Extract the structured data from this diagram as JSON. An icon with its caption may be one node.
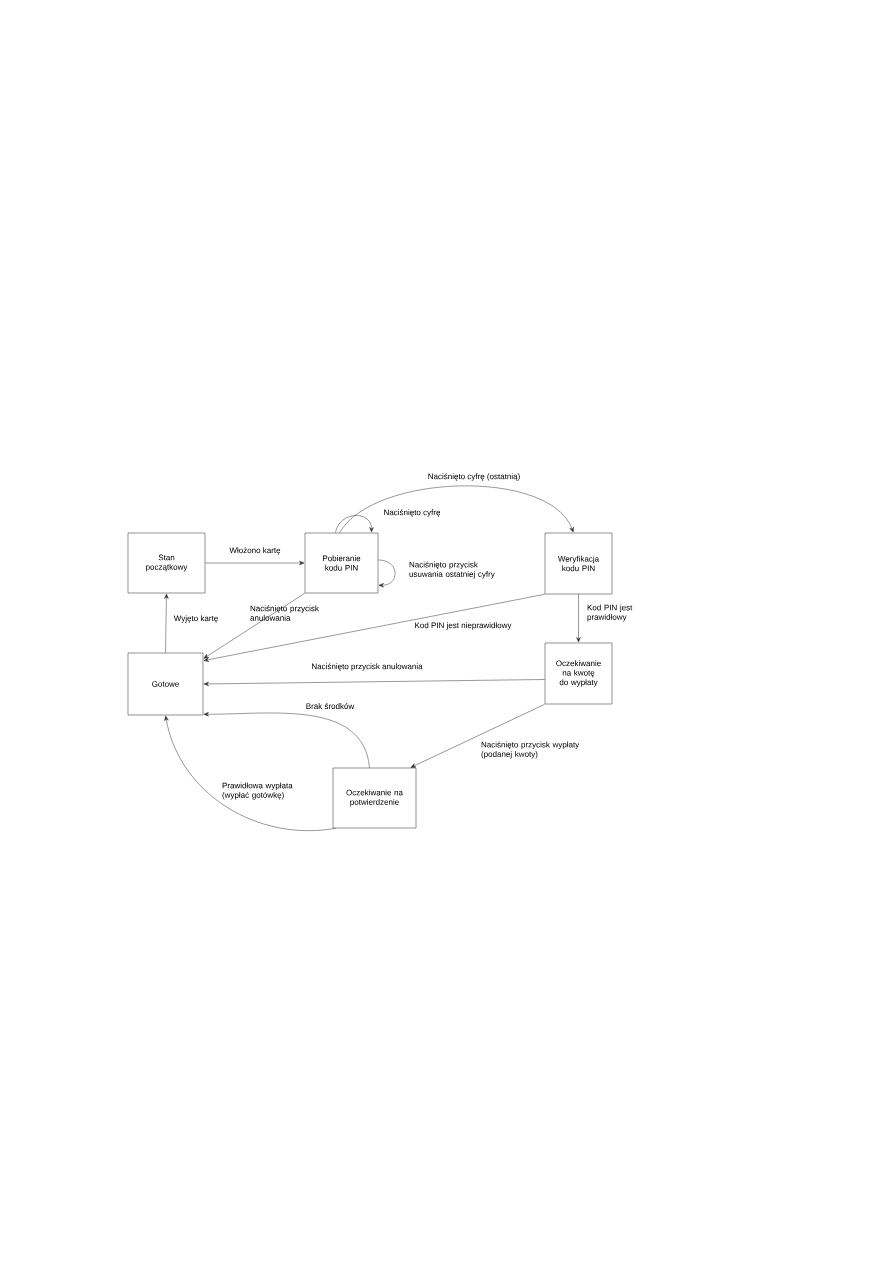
{
  "diagram": {
    "nodes": [
      {
        "text": [
          "Stan początkowy"
        ]
      },
      {
        "text": [
          "Pobieranie kodu PIN"
        ]
      },
      {
        "text": [
          "Weryfikacja kodu PIN"
        ]
      },
      {
        "text": [
          "Gotowe"
        ]
      },
      {
        "text": [
          "Oczekiwanie na kwotę do wypłaty"
        ]
      },
      {
        "text": [
          "Oczekiwanie na potwierdzenie"
        ]
      }
    ],
    "edges": [
      {
        "from": 0,
        "to": 1,
        "arrow": "to",
        "label": "Włożono kartę"
      },
      {
        "from": 1,
        "to": 2,
        "arrow": "to",
        "label": "Naciśnięto cyfrę (ostatnią)"
      },
      {
        "from": 1,
        "to": 1,
        "arrow": "to",
        "label": "Naciśnięto cyfrę"
      },
      {
        "from": 1,
        "to": 1,
        "arrow": "to",
        "label": "Naciśnięto przycisk usuwania ostatniej cyfry"
      },
      {
        "from": 1,
        "to": 3,
        "arrow": "to",
        "label": "Naciśnięto przycisk anulowania"
      },
      {
        "from": 2,
        "to": 3,
        "arrow": "to",
        "label": "Kod PIN jest nieprawidłowy"
      },
      {
        "from": 3,
        "to": 0,
        "arrow": "to",
        "label": "Wyjęto kartę"
      },
      {
        "from": 2,
        "to": 4,
        "arrow": "to",
        "label": "Kod PIN jest prawidłowy"
      },
      {
        "from": 4,
        "to": 3,
        "arrow": "to",
        "label": "Naciśnięto przycisk anulowania"
      },
      {
        "from": 4,
        "to": 5,
        "arrow": "to",
        "label": "Naciśnięto przycisk wypłaty (podanej kwoty)"
      },
      {
        "from": 5,
        "to": 3,
        "arrow": "to",
        "label": "Brak środków"
      },
      {
        "from": 5,
        "to": 3,
        "arrow": "to",
        "label": "Prawidłowa wypłata (wypłać gotówkę)"
      }
    ]
  }
}
